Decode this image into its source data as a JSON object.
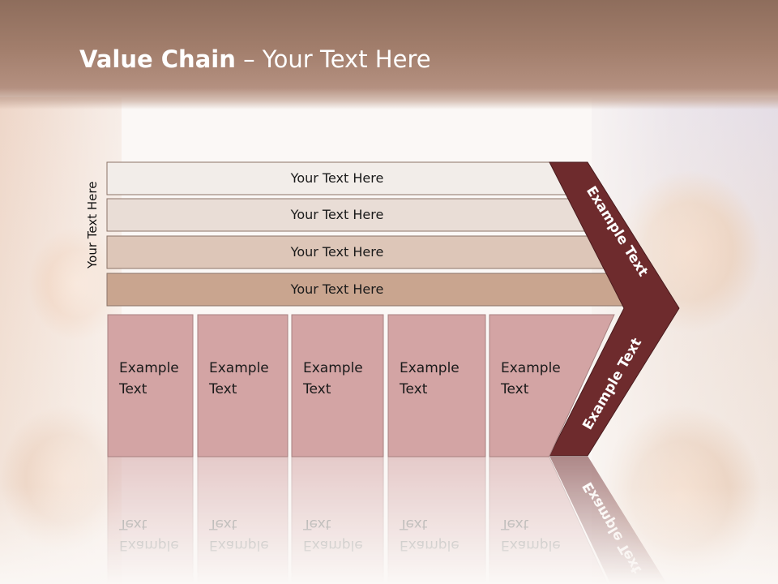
{
  "title": {
    "bold": "Value Chain",
    "rest": " – Your Text Here"
  },
  "side_label": "Your Text Here",
  "rows": [
    {
      "label": "Your Text Here",
      "fill": "#f2ede9"
    },
    {
      "label": "Your Text Here",
      "fill": "#e9ddd6"
    },
    {
      "label": "Your Text Here",
      "fill": "#ddc6b8"
    },
    {
      "label": "Your Text Here",
      "fill": "#c9a58f"
    }
  ],
  "columns": [
    {
      "line1": "Example",
      "line2": "Text"
    },
    {
      "line1": "Example",
      "line2": "Text"
    },
    {
      "line1": "Example",
      "line2": "Text"
    },
    {
      "line1": "Example",
      "line2": "Text"
    },
    {
      "line1": "Example",
      "line2": "Text"
    }
  ],
  "arrow": {
    "upper_label": "Example Text",
    "lower_label": "Example Text",
    "fill": "#6e2b2d"
  },
  "colors": {
    "column_fill": "#d3a4a4",
    "column_stroke": "#a78080"
  }
}
